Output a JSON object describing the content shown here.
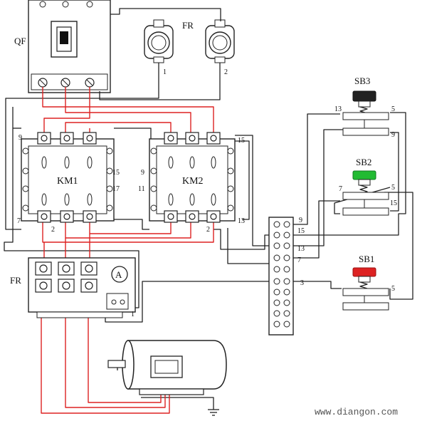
{
  "labels": {
    "qf": "QF",
    "fr_top": "FR",
    "fr_top_pin1": "1",
    "fr_top_pin2": "2",
    "km1": "KM1",
    "km2": "KM2",
    "km1_t9": "9",
    "km1_t7": "7",
    "km1_t15": "15",
    "km1_t17": "17",
    "km1_t2": "2",
    "km2_t9": "9",
    "km2_t11": "11",
    "km2_t15": "15",
    "km2_t13": "13",
    "km2_t2": "2",
    "fr_bottom": "FR",
    "fr_bottom_pin1": "1",
    "ammeter": "A",
    "sb3": "SB3",
    "sb3_t13": "13",
    "sb3_t5": "5",
    "sb3_t9": "9",
    "sb2": "SB2",
    "sb2_t7": "7",
    "sb2_t5": "5",
    "sb2_t15": "15",
    "sb1": "SB1",
    "sb1_t5": "5",
    "tb_9": "9",
    "tb_15": "15",
    "tb_13": "13",
    "tb_7": "7",
    "tb_3": "3",
    "watermark": "www.diangon.com"
  },
  "colors": {
    "wire": "#222222",
    "power_wire": "#dd2222",
    "sb3_button": "#222222",
    "sb2_button": "#22bb33",
    "sb1_button": "#dd2222"
  }
}
